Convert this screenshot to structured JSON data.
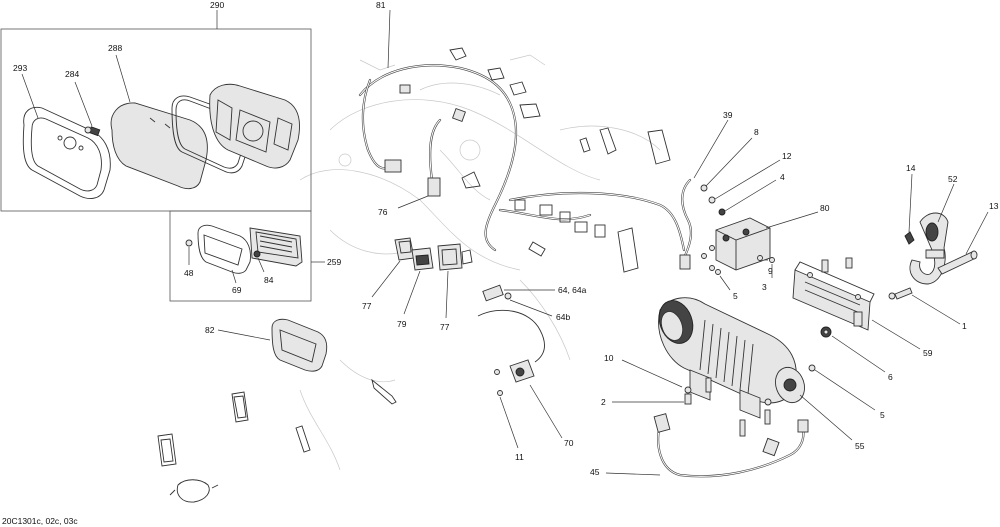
{
  "diagram_code": "20C1301c, 02c, 03c",
  "callouts": {
    "c290": "290",
    "c293": "293",
    "c284": "284",
    "c288": "288",
    "c48": "48",
    "c69": "69",
    "c84": "84",
    "c259": "259",
    "c81": "81",
    "c76": "76",
    "c77a": "77",
    "c79": "79",
    "c77b": "77",
    "c82": "82",
    "c64": "64, 64a",
    "c64b": "64b",
    "c10": "10",
    "c2": "2",
    "c11": "11",
    "c70": "70",
    "c45": "45",
    "c39": "39",
    "c8": "8",
    "c12": "12",
    "c4": "4",
    "c80": "80",
    "c9": "9",
    "c3": "3",
    "c5a": "5",
    "c14": "14",
    "c52": "52",
    "c13": "13",
    "c1": "1",
    "c59": "59",
    "c6": "6",
    "c5b": "5",
    "c55": "55"
  }
}
